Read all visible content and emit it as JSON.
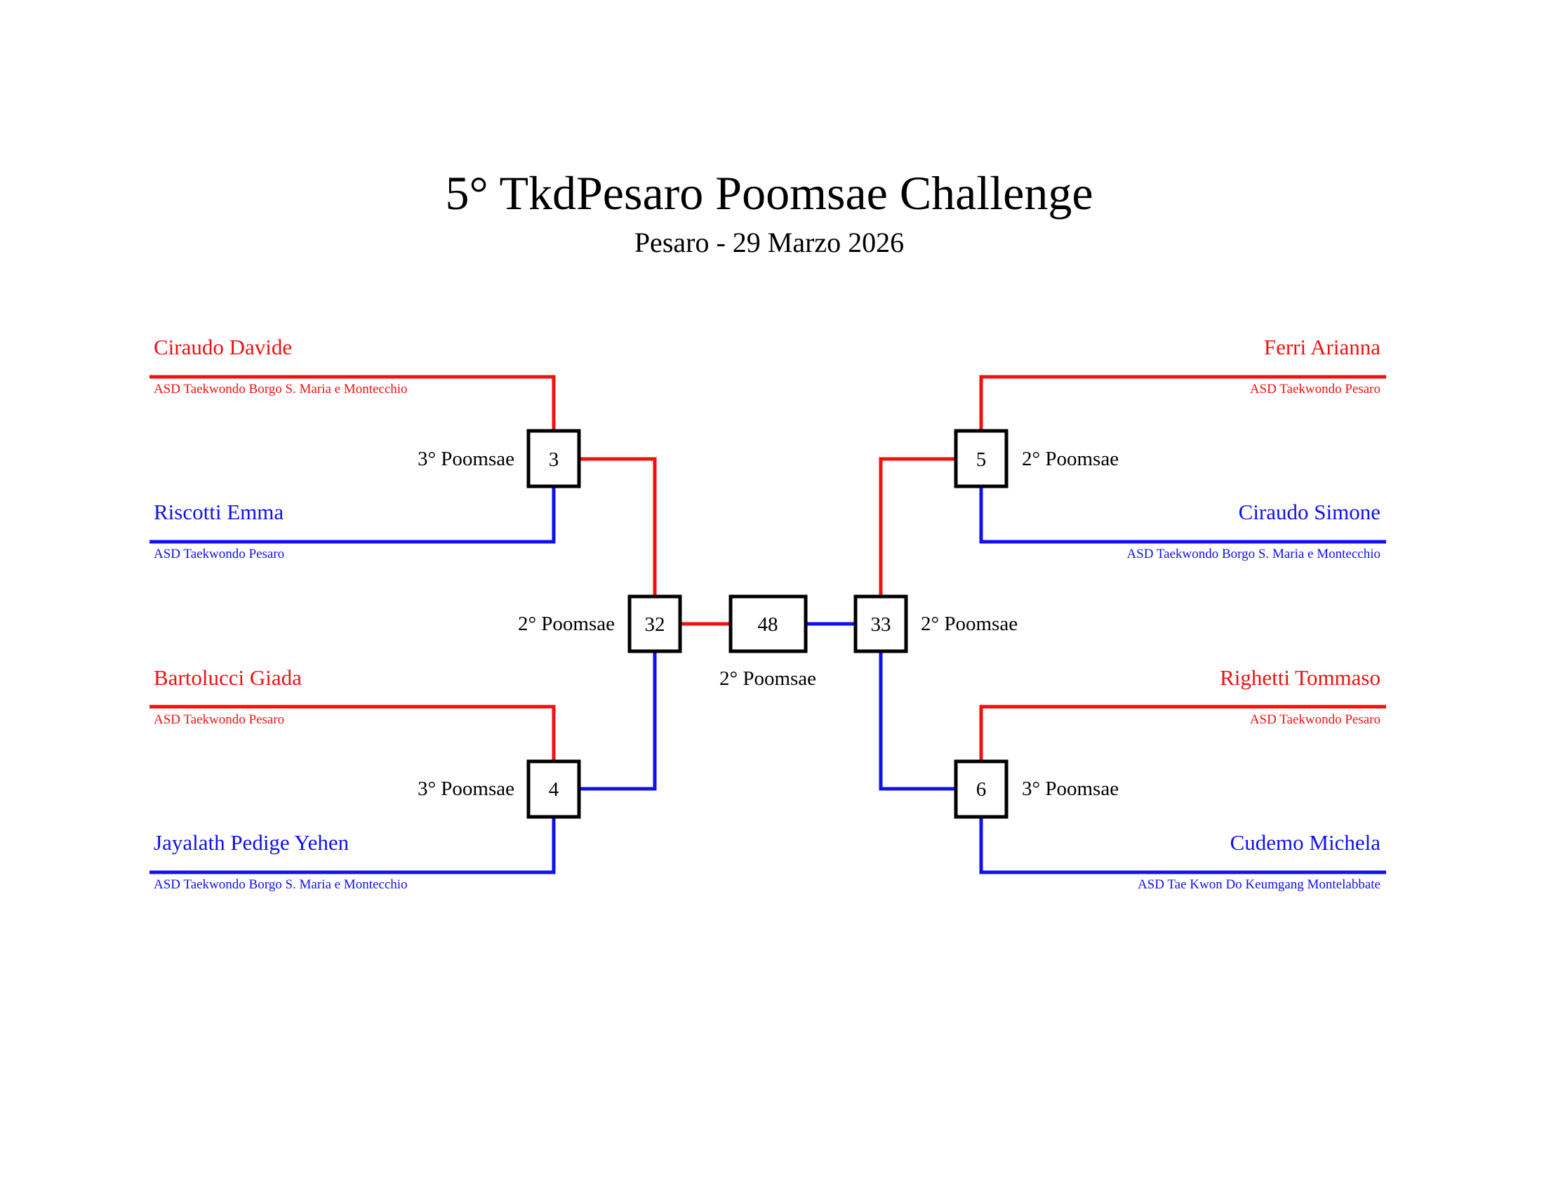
{
  "header": {
    "title": "5° TkdPesaro Poomsae Challenge",
    "subtitle": "Pesaro - 29 Marzo 2026"
  },
  "colors": {
    "red": "#f01010",
    "blue": "#1010f0"
  },
  "athletes": {
    "left_top_red": {
      "name": "Ciraudo Davide",
      "club": "ASD Taekwondo Borgo S. Maria e Montecchio"
    },
    "left_top_blue": {
      "name": "Riscotti Emma",
      "club": "ASD Taekwondo Pesaro"
    },
    "left_bottom_red": {
      "name": "Bartolucci Giada",
      "club": "ASD Taekwondo Pesaro"
    },
    "left_bottom_blue": {
      "name": "Jayalath Pedige Yehen",
      "club": "ASD Taekwondo Borgo S. Maria e Montecchio"
    },
    "right_top_red": {
      "name": "Ferri Arianna",
      "club": "ASD Taekwondo Pesaro"
    },
    "right_top_blue": {
      "name": "Ciraudo Simone",
      "club": "ASD Taekwondo Borgo S. Maria e Montecchio"
    },
    "right_bottom_red": {
      "name": "Righetti Tommaso",
      "club": "ASD Taekwondo Pesaro"
    },
    "right_bottom_blue": {
      "name": "Cudemo Michela",
      "club": "ASD Tae Kwon Do Keumgang Montelabbate"
    }
  },
  "matches": {
    "m3": {
      "number": "3",
      "poomsae": "3° Poomsae"
    },
    "m4": {
      "number": "4",
      "poomsae": "3° Poomsae"
    },
    "m5": {
      "number": "5",
      "poomsae": "2° Poomsae"
    },
    "m6": {
      "number": "6",
      "poomsae": "3° Poomsae"
    },
    "m32": {
      "number": "32",
      "poomsae": "2° Poomsae"
    },
    "m33": {
      "number": "33",
      "poomsae": "2° Poomsae"
    },
    "m48": {
      "number": "48",
      "poomsae": "2° Poomsae"
    }
  }
}
